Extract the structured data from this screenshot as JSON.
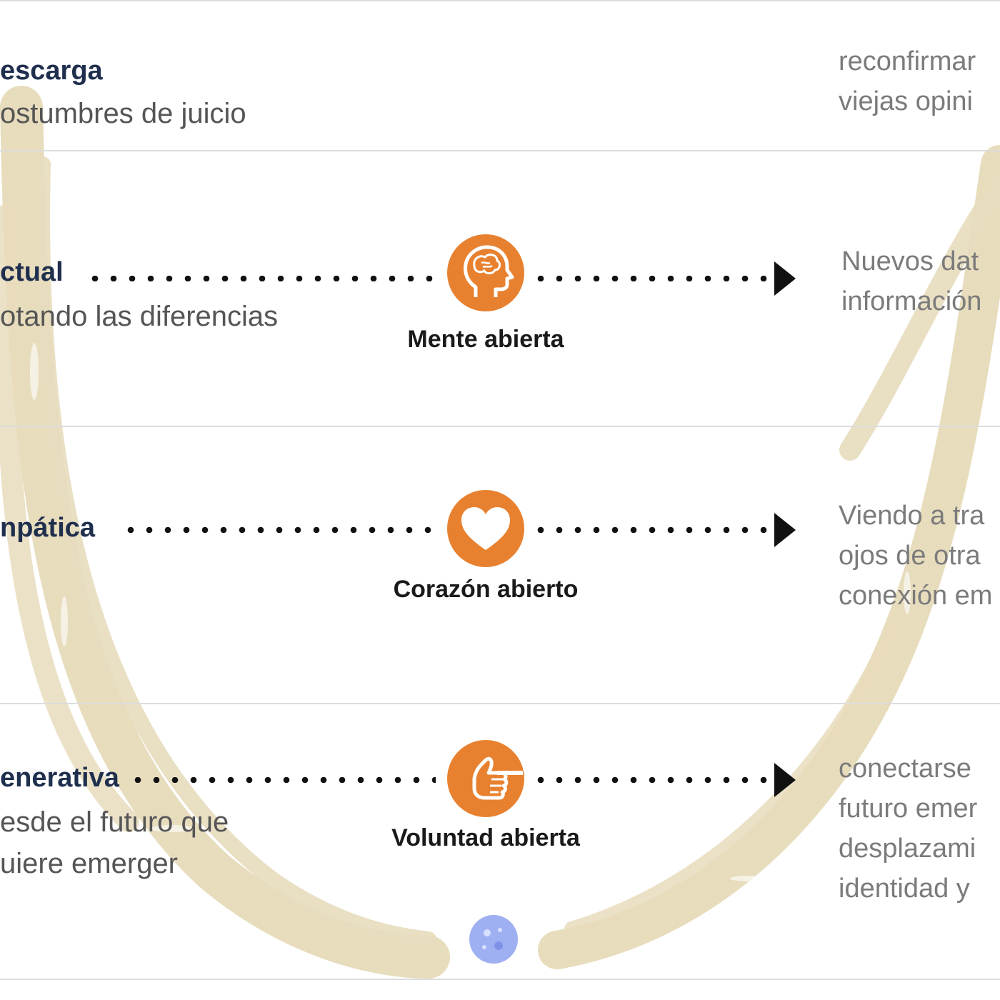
{
  "levels": [
    {
      "left_title": "escarga",
      "left_sub": "ostumbres de juicio",
      "right_text": "reconfirmar\nviejas opini"
    },
    {
      "left_title": "ctual",
      "left_sub": "otando las diferencias",
      "badge_label": "Mente abierta",
      "badge_icon": "head-with-brain-icon",
      "right_text": "Nuevos dat\ninformación"
    },
    {
      "left_title": "npática",
      "left_sub": "",
      "badge_label": "Corazón abierto",
      "badge_icon": "heart-icon",
      "right_text": "Viendo a tra\nojos de otra\nconexión em"
    },
    {
      "left_title": "enerativa",
      "left_sub": "esde el futuro que\nuiere emerger",
      "badge_label": "Voluntad abierta",
      "badge_icon": "thumbs-up-hand-icon",
      "right_text": "conectarse\nfuturo emer\ndesplazami\nidentidad y"
    }
  ],
  "colors": {
    "badge": "#e8812f",
    "curve": "#e7dcbc",
    "title": "#1f2f4d",
    "divider": "#dcdcdc",
    "bottom_blob": "#9fb0f2"
  }
}
